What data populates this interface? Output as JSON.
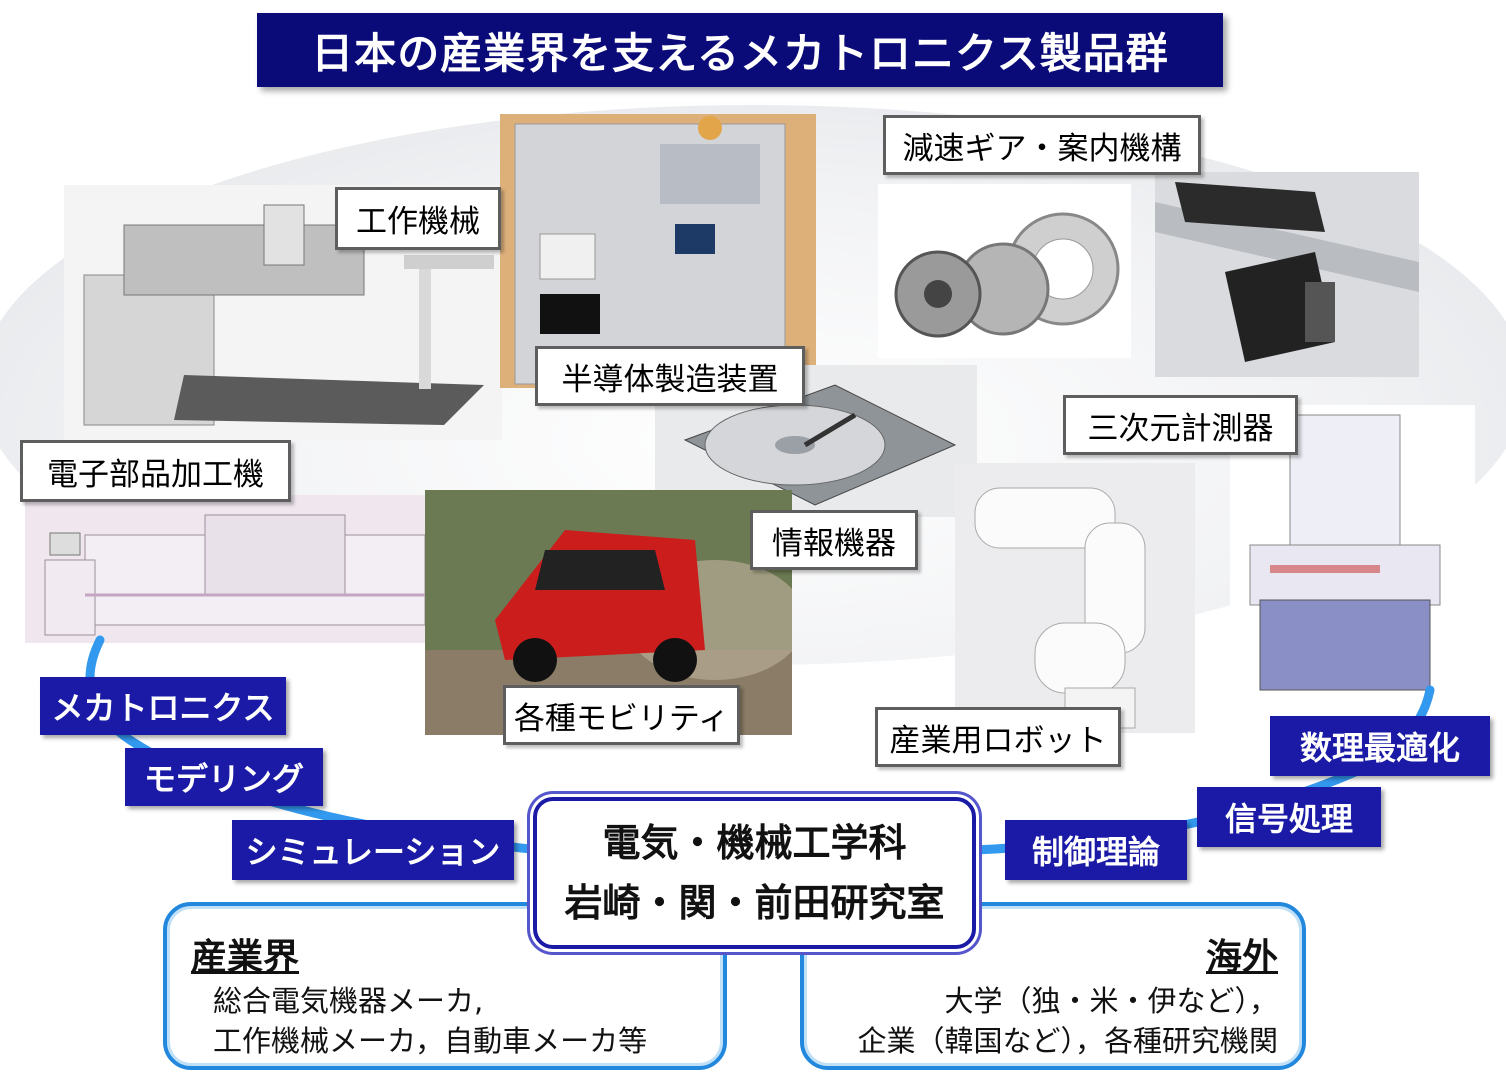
{
  "title": "日本の産業界を支えるメカトロニクス製品群",
  "products": {
    "machine_tool": "工作機械",
    "semiconductor": "半導体製造装置",
    "reducer_gear": "減速ギア・案内機構",
    "electronics_machine": "電子部品加工機",
    "info_equipment": "情報機器",
    "cmm": "三次元計測器",
    "mobility": "各種モビリティ",
    "robot": "産業用ロボット"
  },
  "left_tags": [
    "メカトロニクス",
    "モデリング",
    "シミュレーション"
  ],
  "right_tags": [
    "数理最適化",
    "信号処理",
    "制御理論"
  ],
  "lab": {
    "line1": "電気・機械工学科",
    "line2": "岩崎・関・前田研究室"
  },
  "industry": {
    "heading": "産業界",
    "line1": "総合電気機器メーカ,",
    "line2": "工作機械メーカ，自動車メーカ等"
  },
  "overseas": {
    "heading": "海外",
    "line1": "大学（独・米・伊など），",
    "line2": "企業（韓国など），各種研究機関"
  },
  "colors": {
    "title_bg": "#0a0a78",
    "tag_bg": "#1a1aa6",
    "connector": "#3399ee",
    "info_border": "#2288dd"
  }
}
